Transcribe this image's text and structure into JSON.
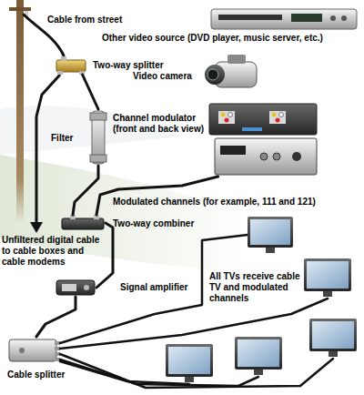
{
  "diagram": {
    "nodes": [
      {
        "text": [
          "Other video source (DVD player, music server, etc.)"
        ]
      },
      {
        "text": [
          "Two-way splitter"
        ]
      },
      {
        "text": [
          "Video camera"
        ]
      },
      {
        "text": [
          "Channel modulator (front and back view)"
        ]
      },
      {
        "text": [
          "Filter"
        ]
      },
      {
        "text": [
          "Two-way combiner"
        ]
      },
      {
        "text": [
          "Signal amplifier"
        ]
      },
      {
        "text": [
          "Cable splitter"
        ]
      }
    ],
    "edges": [
      {
        "from": 1,
        "to": 4,
        "arrow": "none"
      },
      {
        "from": 4,
        "to": 5,
        "arrow": "none"
      },
      {
        "from": 3,
        "to": 5,
        "arrow": "none",
        "label": "Modulated channels (for example, 111 and 121)"
      },
      {
        "from": 5,
        "to": 6,
        "arrow": "none"
      },
      {
        "from": 6,
        "to": 7,
        "arrow": "none"
      }
    ],
    "labels": [
      "Cable from street",
      "Unfiltered digital cable to cable boxes and cable modems",
      "All TVs receive cable TV and modulated channels"
    ]
  }
}
